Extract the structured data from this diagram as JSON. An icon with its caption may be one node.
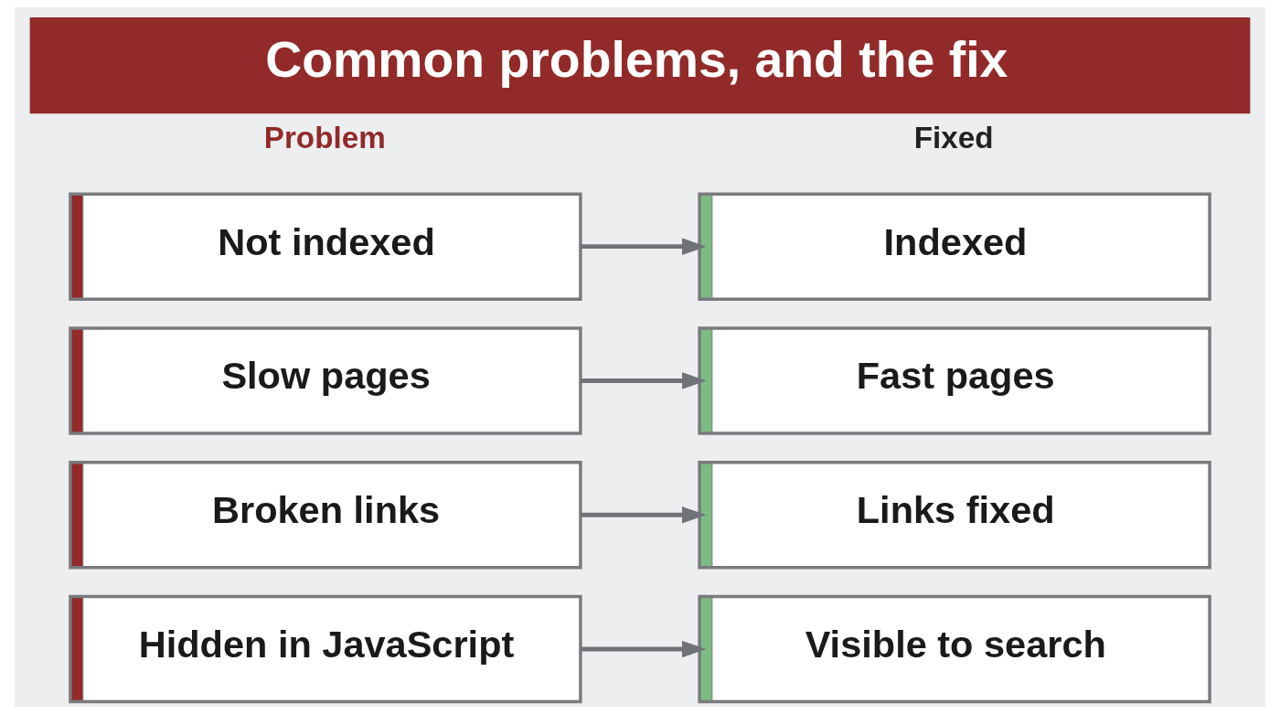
{
  "diagram": {
    "title": "Common problems, and the fix",
    "nodes": [
      {
        "text": [
          "Not indexed"
        ]
      },
      {
        "text": [
          "Indexed"
        ]
      },
      {
        "text": [
          "Slow pages"
        ]
      },
      {
        "text": [
          "Fast pages"
        ]
      },
      {
        "text": [
          "Broken links"
        ]
      },
      {
        "text": [
          "Links fixed"
        ]
      },
      {
        "text": [
          "Hidden in JavaScript"
        ]
      },
      {
        "text": [
          "Visible to search"
        ]
      }
    ],
    "edges": [
      {
        "from": 0,
        "to": 1,
        "arrow": "to"
      },
      {
        "from": 2,
        "to": 3,
        "arrow": "to"
      },
      {
        "from": 4,
        "to": 5,
        "arrow": "to"
      },
      {
        "from": 6,
        "to": 7,
        "arrow": "to"
      }
    ],
    "labels": [
      "Problem",
      "Fixed"
    ]
  }
}
